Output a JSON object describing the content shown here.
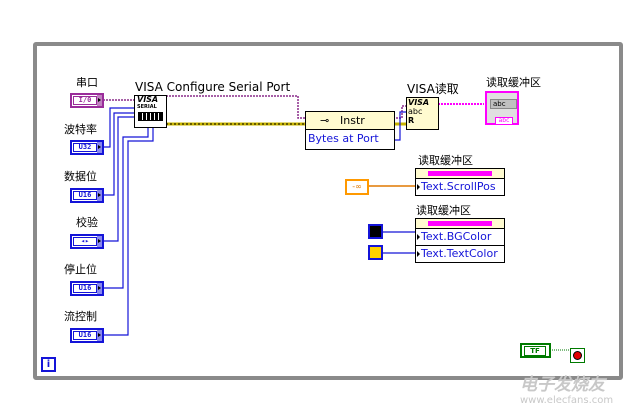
{
  "diagram": {
    "controls": [
      {
        "label": "串口",
        "type": "I/0",
        "color": "purple"
      },
      {
        "label": "波特率",
        "type": "U32",
        "color": "blue"
      },
      {
        "label": "数据位",
        "type": "U16",
        "color": "blue"
      },
      {
        "label": "校验",
        "type": "◂▸",
        "color": "blue"
      },
      {
        "label": "停止位",
        "type": "U16",
        "color": "blue"
      },
      {
        "label": "流控制",
        "type": "U16",
        "color": "blue"
      }
    ],
    "configure_node": {
      "title": "VISA Configure Serial Port",
      "icon_top": "VISA",
      "icon_sub": "SERIAL"
    },
    "property_node_instr": {
      "class": "Instr",
      "property": "Bytes at Port"
    },
    "read_node": {
      "title": "VISA读取",
      "icon_top": "VISA",
      "icon_mid": "abc",
      "icon_r": "R"
    },
    "indicator": {
      "label": "读取缓冲区",
      "value": "abc",
      "type_label": "abc"
    },
    "scroll_node": {
      "label": "读取缓冲区",
      "property": "Text.ScrollPos",
      "constant": "-∞"
    },
    "color_node": {
      "label": "读取缓冲区",
      "properties": [
        "Text.BGColor",
        "Text.TextColor"
      ],
      "bg_color": "#000000",
      "text_color": "#ffd200"
    },
    "stop": {
      "bool_label": "TF"
    },
    "info_icon": "i",
    "watermark": {
      "text": "电子发烧友",
      "url": "www.elecfans.com"
    }
  }
}
